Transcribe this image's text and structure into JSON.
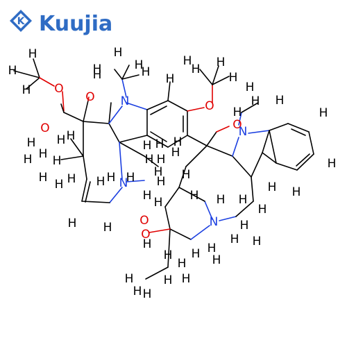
{
  "logo": {
    "text": "Kuujia",
    "color": "#2f6cc4",
    "icon": "kuujia-logo-icon"
  },
  "colors": {
    "carbon_bond": "#000000",
    "hydrogen": "#000000",
    "oxygen": "#e00000",
    "nitrogen": "#1a3ee0"
  },
  "atoms": [
    {
      "id": "H1",
      "el": "H"
    },
    {
      "id": "H2",
      "el": "H"
    },
    {
      "id": "H3",
      "el": "H"
    },
    {
      "id": "O1",
      "el": "O"
    },
    {
      "id": "H4",
      "el": "H"
    },
    {
      "id": "O2",
      "el": "O"
    },
    {
      "id": "N1",
      "el": "N"
    },
    {
      "id": "H5",
      "el": "H"
    },
    {
      "id": "H6",
      "el": "H"
    },
    {
      "id": "H7",
      "el": "H"
    },
    {
      "id": "O3",
      "el": "O"
    },
    {
      "id": "H8",
      "el": "H"
    },
    {
      "id": "H9",
      "el": "H"
    },
    {
      "id": "H10",
      "el": "H"
    },
    {
      "id": "O4",
      "el": "O"
    },
    {
      "id": "O5",
      "el": "O"
    },
    {
      "id": "N2",
      "el": "N"
    },
    {
      "id": "H11",
      "el": "H"
    },
    {
      "id": "H12",
      "el": "H"
    },
    {
      "id": "H13",
      "el": "H"
    },
    {
      "id": "H14",
      "el": "H"
    },
    {
      "id": "O6",
      "el": "O"
    },
    {
      "id": "H15",
      "el": "H"
    },
    {
      "id": "H16",
      "el": "H"
    },
    {
      "id": "H17",
      "el": "H"
    },
    {
      "id": "N3",
      "el": "N"
    },
    {
      "id": "N4",
      "el": "N"
    },
    {
      "id": "O7",
      "el": "O"
    },
    {
      "id": "H18",
      "el": "H"
    },
    {
      "id": "H19",
      "el": "H"
    },
    {
      "id": "H20",
      "el": "H"
    },
    {
      "id": "H21",
      "el": "H"
    },
    {
      "id": "H22",
      "el": "H"
    },
    {
      "id": "H23",
      "el": "H"
    },
    {
      "id": "H24",
      "el": "H"
    },
    {
      "id": "H25",
      "el": "H"
    },
    {
      "id": "H26",
      "el": "H"
    },
    {
      "id": "H27",
      "el": "H"
    },
    {
      "id": "H28",
      "el": "H"
    },
    {
      "id": "H29",
      "el": "H"
    },
    {
      "id": "H30",
      "el": "H"
    },
    {
      "id": "H31",
      "el": "H"
    },
    {
      "id": "H32",
      "el": "H"
    },
    {
      "id": "H33",
      "el": "H"
    },
    {
      "id": "H34",
      "el": "H"
    },
    {
      "id": "H35",
      "el": "H"
    },
    {
      "id": "H36",
      "el": "H"
    },
    {
      "id": "H37",
      "el": "H"
    },
    {
      "id": "H38",
      "el": "H"
    },
    {
      "id": "H39",
      "el": "H"
    },
    {
      "id": "H40",
      "el": "H"
    },
    {
      "id": "H41",
      "el": "H"
    },
    {
      "id": "H42",
      "el": "H"
    },
    {
      "id": "H43",
      "el": "H"
    },
    {
      "id": "H44",
      "el": "H"
    },
    {
      "id": "H45",
      "el": "H"
    },
    {
      "id": "H46",
      "el": "H"
    },
    {
      "id": "H47",
      "el": "H"
    },
    {
      "id": "H48",
      "el": "H"
    },
    {
      "id": "H49",
      "el": "H"
    },
    {
      "id": "H50",
      "el": "H"
    },
    {
      "id": "H51",
      "el": "H"
    },
    {
      "id": "H52",
      "el": "H"
    },
    {
      "id": "H53",
      "el": "H"
    },
    {
      "id": "H54",
      "el": "H"
    },
    {
      "id": "H55",
      "el": "H"
    },
    {
      "id": "H56",
      "el": "H"
    },
    {
      "id": "H57",
      "el": "H"
    },
    {
      "id": "H58",
      "el": "H"
    },
    {
      "id": "H59",
      "el": "H"
    },
    {
      "id": "H60",
      "el": "H"
    },
    {
      "id": "H61",
      "el": "H"
    },
    {
      "id": "H62",
      "el": "H"
    },
    {
      "id": "H63",
      "el": "H"
    },
    {
      "id": "H64",
      "el": "H"
    }
  ]
}
